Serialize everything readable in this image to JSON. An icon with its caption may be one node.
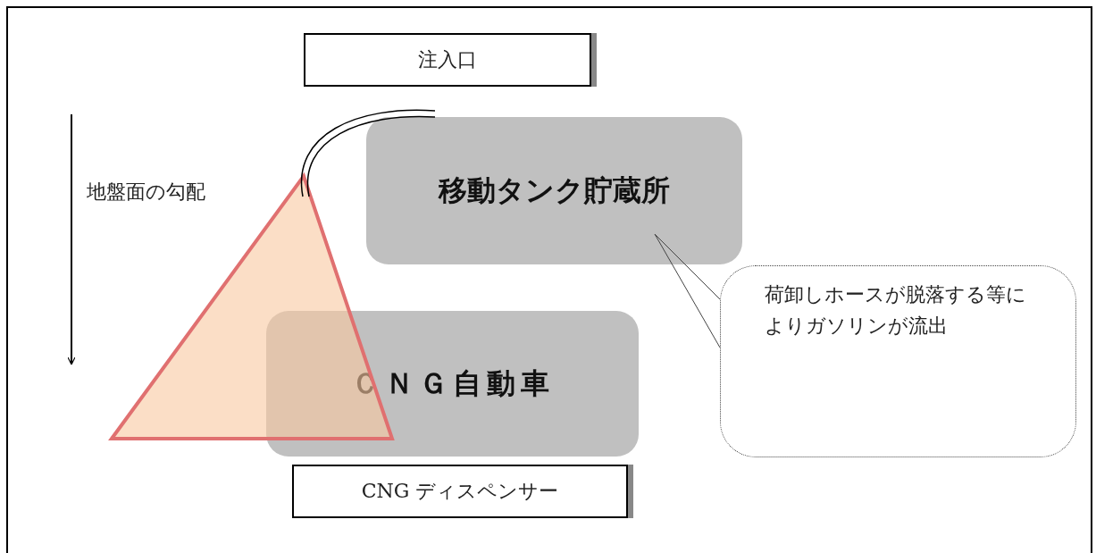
{
  "diagram": {
    "nodes": [
      {
        "text": [
          "注入口"
        ]
      },
      {
        "text": [
          "移動タンク貯蔵所"
        ]
      },
      {
        "text": [
          "ＣＮＧ自動車"
        ]
      },
      {
        "text": [
          "CNG ディスペンサー"
        ]
      },
      {
        "text": [
          "荷卸しホースが脱落する等によりガソリンが流出"
        ]
      }
    ],
    "edges": [
      {
        "from": 4,
        "to": 1,
        "arrow": "none"
      }
    ],
    "labels": [
      "地盤面の勾配"
    ]
  }
}
